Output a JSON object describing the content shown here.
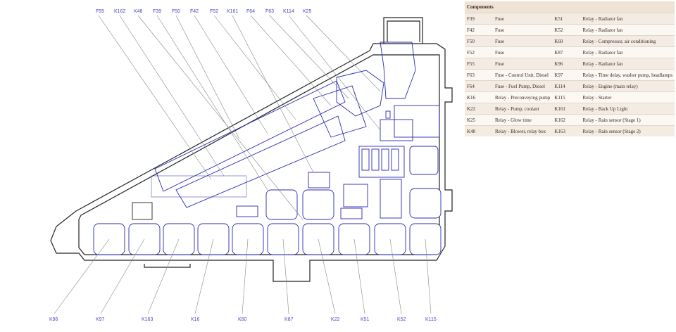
{
  "top_labels": [
    "F55",
    "K162",
    "K48",
    "F39",
    "F50",
    "F42",
    "F52",
    "K161",
    "F64",
    "F63",
    "K114",
    "K25"
  ],
  "bottom_labels": [
    "K96",
    "K97",
    "K163",
    "K16",
    "K60",
    "K87",
    "K22",
    "K51",
    "K52",
    "K115"
  ],
  "legend": {
    "title": "Components",
    "rows": [
      [
        {
          "code": "F39",
          "desc": "Fuse"
        },
        {
          "code": "K51",
          "desc": "Relay - Radiator fan"
        }
      ],
      [
        {
          "code": "F42",
          "desc": "Fuse"
        },
        {
          "code": "K52",
          "desc": "Relay - Radiator fan"
        }
      ],
      [
        {
          "code": "F50",
          "desc": "Fuse"
        },
        {
          "code": "K60",
          "desc": "Relay - Compressor, air conditioning"
        }
      ],
      [
        {
          "code": "F52",
          "desc": "Fuse"
        },
        {
          "code": "K87",
          "desc": "Relay - Radiator fan"
        }
      ],
      [
        {
          "code": "F55",
          "desc": "Fuse"
        },
        {
          "code": "K96",
          "desc": "Relay - Radiator fan"
        }
      ],
      [
        {
          "code": "F63",
          "desc": "Fuse - Control Unit, Diesel"
        },
        {
          "code": "K97",
          "desc": "Relay - Time delay, washer pump, headlamps"
        }
      ],
      [
        {
          "code": "F64",
          "desc": "Fuse - Fuel Pump, Diesel"
        },
        {
          "code": "K114",
          "desc": "Relay - Engine (main relay)"
        }
      ],
      [
        {
          "code": "K16",
          "desc": "Relay - Preconveying pump"
        },
        {
          "code": "K115",
          "desc": "Relay - Starter"
        }
      ],
      [
        {
          "code": "K22",
          "desc": "Relay - Pump, coolant"
        },
        {
          "code": "K161",
          "desc": "Relay - Back Up Light"
        }
      ],
      [
        {
          "code": "K25",
          "desc": "Relay - Glow time"
        },
        {
          "code": "K162",
          "desc": "Relay - Rain sensor (Stage 1)"
        }
      ],
      [
        {
          "code": "K48",
          "desc": "Relay - Blower, relay box"
        },
        {
          "code": "K163",
          "desc": "Relay - Rain sensor (Stage 2)"
        }
      ]
    ]
  }
}
